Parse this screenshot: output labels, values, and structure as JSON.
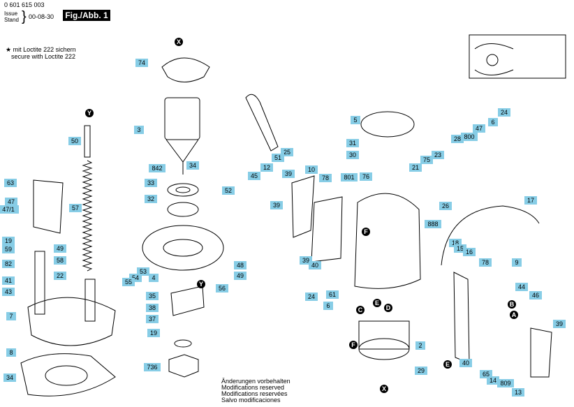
{
  "header": {
    "part_number": "0 601 615 003",
    "issue_de": "Issue",
    "issue_en": "Stand",
    "date": "00-08-30",
    "figure": "Fig./Abb. 1"
  },
  "note": {
    "de": "★ mit Loctite 222 sichern",
    "en": "secure with Loctite 222"
  },
  "footer": [
    "Änderungen vorbehalten",
    "Modifications reserved",
    "Modifications reservées",
    "Salvo modificaciones"
  ],
  "colors": {
    "label_fill": "#87cde6",
    "line": "#000000"
  },
  "part_labels": [
    "74",
    "3",
    "842",
    "34",
    "33",
    "32",
    "4",
    "35",
    "38",
    "37",
    "19",
    "736",
    "50",
    "57",
    "63",
    "47",
    "47/1",
    "19",
    "59",
    "82",
    "41",
    "43",
    "7",
    "8",
    "34",
    "49",
    "58",
    "22",
    "53",
    "54",
    "55",
    "48",
    "49",
    "56",
    "52",
    "25",
    "51",
    "12",
    "45",
    "39",
    "10",
    "78",
    "39",
    "39",
    "40",
    "24",
    "6",
    "61",
    "5",
    "31",
    "30",
    "801",
    "76",
    "888",
    "21",
    "75",
    "23",
    "28",
    "800",
    "47",
    "6",
    "24",
    "26",
    "17",
    "18",
    "15",
    "16",
    "78",
    "9",
    "44",
    "46",
    "39",
    "40",
    "65",
    "14",
    "809",
    "13",
    "2",
    "29"
  ],
  "callouts": [
    "X",
    "Y",
    "Y",
    "X",
    "C",
    "E",
    "D",
    "F",
    "F",
    "E",
    "B",
    "A"
  ]
}
